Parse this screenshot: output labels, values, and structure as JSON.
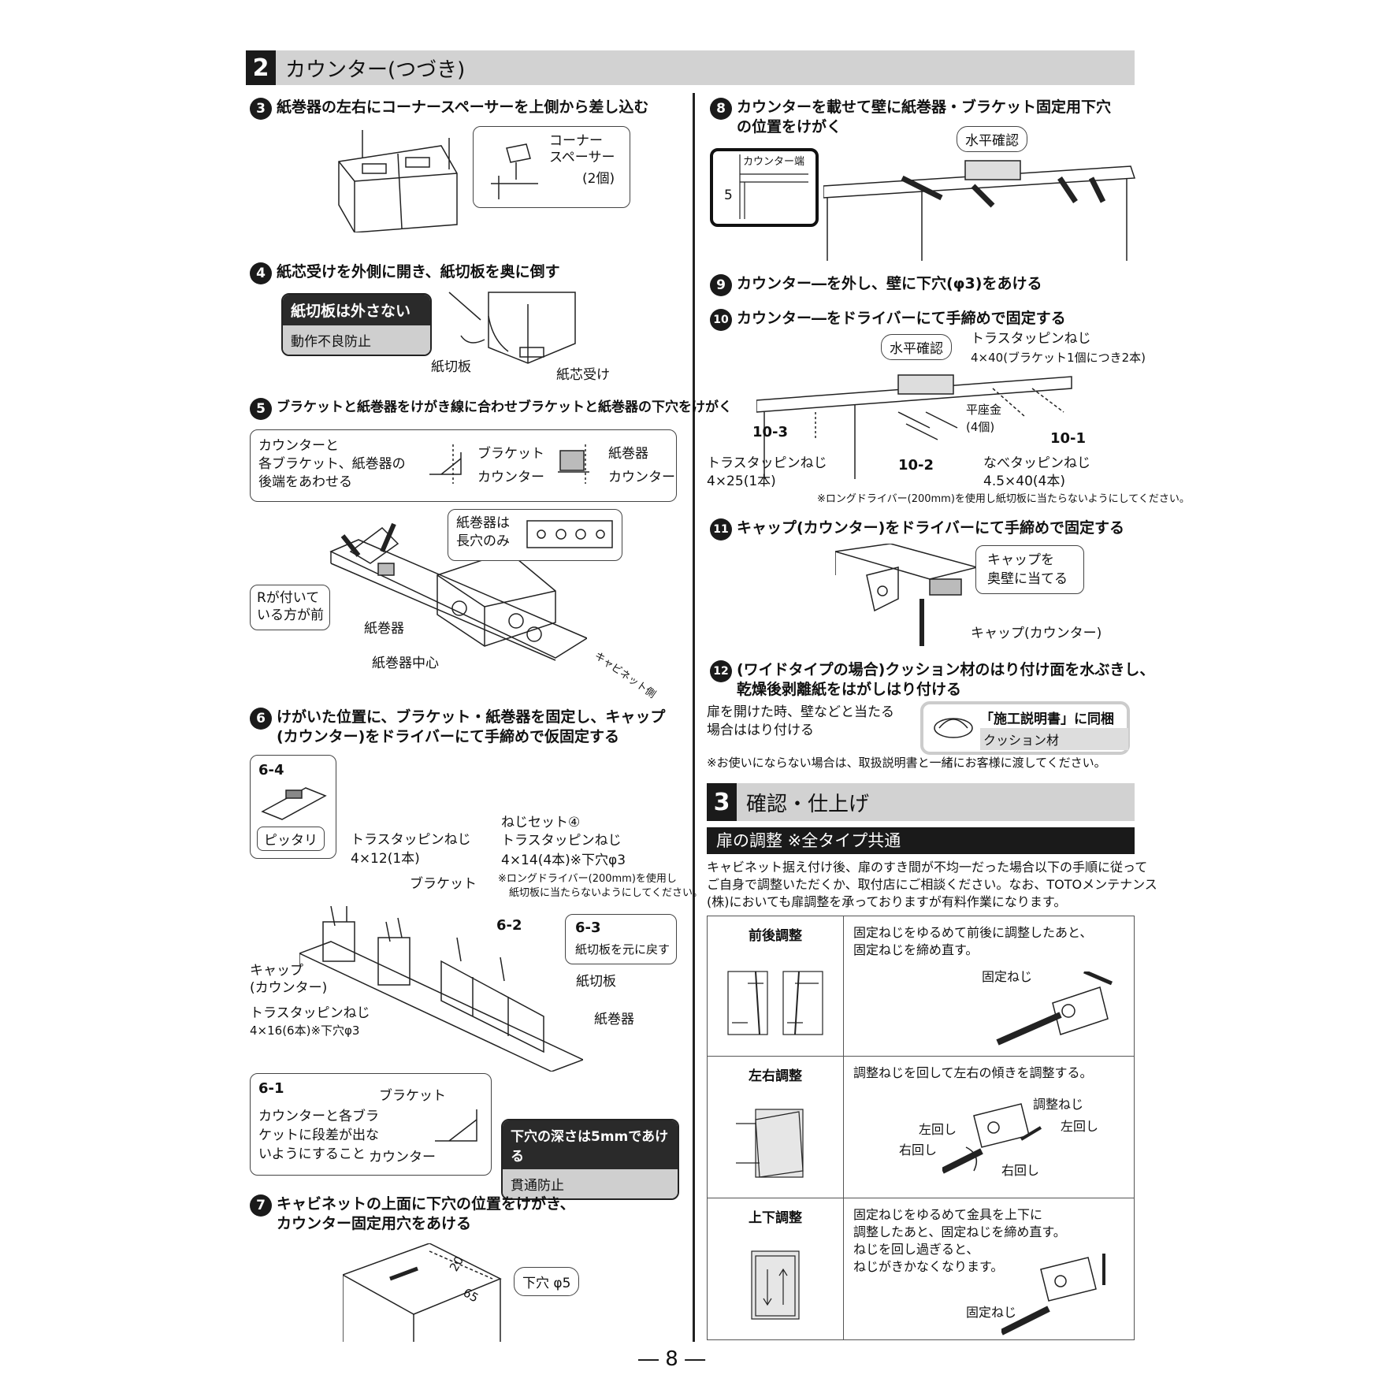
{
  "section2": {
    "num": "2",
    "title": "カウンター(つづき)"
  },
  "steps": {
    "s3": {
      "num": "3",
      "text": "紙巻器の左右にコーナースペーサーを上側から差し込む",
      "callout": [
        "コーナー",
        "スペーサー",
        "(2個)"
      ]
    },
    "s4": {
      "num": "4",
      "text": "紙芯受けを外側に開き、紙切板を奥に倒す",
      "warn_title": "紙切板は外さない",
      "warn_body": "動作不良防止",
      "lbl_cut": "紙切板",
      "lbl_core": "紙芯受け"
    },
    "s5": {
      "num": "5",
      "text": "ブラケットと紙巻器をけがき線に合わせブラケットと紙巻器の下穴をけがく",
      "align_box": [
        "カウンターと",
        "各ブラケット、紙巻器の",
        "後端をあわせる"
      ],
      "bracket": "ブラケット",
      "counter": "カウンター",
      "holder": "紙巻器",
      "long_hole": [
        "紙巻器は",
        "長穴のみ"
      ],
      "front": [
        "Rが付いて",
        "いる方が前"
      ],
      "holder2": "紙巻器",
      "center": "紙巻器中心",
      "cabinet_side": "キャビネット側"
    },
    "s6": {
      "num": "6",
      "text": [
        "けがいた位置に、ブラケット・紙巻器を固定し、キャップ",
        "(カウンター)をドライバーにて手締めで仮固定する"
      ],
      "sub4": "6-4",
      "snug": "ピッタリ",
      "screw1": [
        "トラスタッピンねじ",
        "4×12(1本)"
      ],
      "bracket": "ブラケット",
      "screwset": [
        "ねじセット④",
        "トラスタッピンねじ",
        "4×14(4本)※下穴φ3"
      ],
      "note": [
        "※ロングドライバー(200mm)を使用し",
        "紙切板に当たらないようにしてください。"
      ],
      "sub2": "6-2",
      "sub3": "6-3",
      "sub3_text": "紙切板を元に戻す",
      "cut": "紙切板",
      "holder": "紙巻器",
      "cap": [
        "キャップ",
        "(カウンター)"
      ],
      "screw2": [
        "トラスタッピンねじ",
        "4×16(6本)※下穴φ3"
      ],
      "sub1": "6-1",
      "sub1_text": [
        "カウンターと各ブラ",
        "ケットに段差が出な",
        "いようにすること"
      ],
      "warn_title": "下穴の深さは5mmであける",
      "warn_body": "貫通防止"
    },
    "s7": {
      "num": "7",
      "text": [
        "キャビネットの上面に下穴の位置をけがき、",
        "カウンター固定用穴をあける"
      ],
      "hole": "下穴 φ5",
      "d20": "20",
      "d65": "65"
    },
    "s8": {
      "num": "8",
      "text": [
        "カウンターを載せて壁に紙巻器・ブラケット固定用下穴",
        "の位置をけがく"
      ],
      "level": "水平確認",
      "edge": "カウンター端",
      "five": "5"
    },
    "s9": {
      "num": "9",
      "text": "カウンター―を外し、壁に下穴(φ3)をあける"
    },
    "s10": {
      "num": "10",
      "text": "カウンター―をドライバーにて手締めで固定する",
      "level": "水平確認",
      "screwA": [
        "トラスタッピンねじ",
        "4×40(ブラケット1個につき2本)"
      ],
      "washer": [
        "平座金",
        "(4個)"
      ],
      "sub1": "10-1",
      "sub2": "10-2",
      "sub3": "10-3",
      "screwB": [
        "トラスタッピンねじ",
        "4×25(1本)"
      ],
      "screwC": [
        "なべタッピンねじ",
        "4.5×40(4本)"
      ],
      "note": "※ロングドライバー(200mm)を使用し紙切板に当たらないようにしてください。"
    },
    "s11": {
      "num": "11",
      "text": "キャップ(カウンター)をドライバーにて手締めで固定する",
      "callout": [
        "キャップを",
        "奥壁に当てる"
      ],
      "cap": "キャップ(カウンター)"
    },
    "s12": {
      "num": "12",
      "text": [
        "(ワイドタイプの場合)クッション材のはり付け面を水ぶきし、",
        "乾燥後剥離紙をはがしはり付ける"
      ],
      "desc": [
        "扉を開けた時、壁などと当たる",
        "場合ははり付ける"
      ],
      "pack": "「施工説明書」に同梱",
      "cushion": "クッション材",
      "note": "※お使いにならない場合は、取扱説明書と一緒にお客様に渡してください。"
    }
  },
  "section3": {
    "num": "3",
    "title": "確認・仕上げ"
  },
  "door": {
    "header": "扉の調整 ※全タイプ共通",
    "intro": [
      "キャビネット据え付け後、扉のすき間が不均一だった場合以下の手順に従って",
      "ご自身で調整いただくか、取付店にご相談ください。なお、TOTOメンテナンス",
      "(株)においても扉調整を承っておりますが有料作業になります。"
    ],
    "rows": [
      {
        "head": "前後調整",
        "text": [
          "固定ねじをゆるめて前後に調整したあと、",
          "固定ねじを締め直す。"
        ],
        "labels": [
          "固定ねじ"
        ]
      },
      {
        "head": "左右調整",
        "text": [
          "調整ねじを回して左右の傾きを調整する。"
        ],
        "labels": [
          "調整ねじ",
          "左回し",
          "右回し",
          "左回し",
          "右回し"
        ]
      },
      {
        "head": "上下調整",
        "text": [
          "固定ねじをゆるめて金具を上下に",
          "調整したあと、固定ねじを締め直す。",
          "ねじを回し過ぎると、",
          "ねじがきかなくなります。"
        ],
        "labels": [
          "固定ねじ"
        ]
      }
    ]
  },
  "page_number": "― 8 ―"
}
